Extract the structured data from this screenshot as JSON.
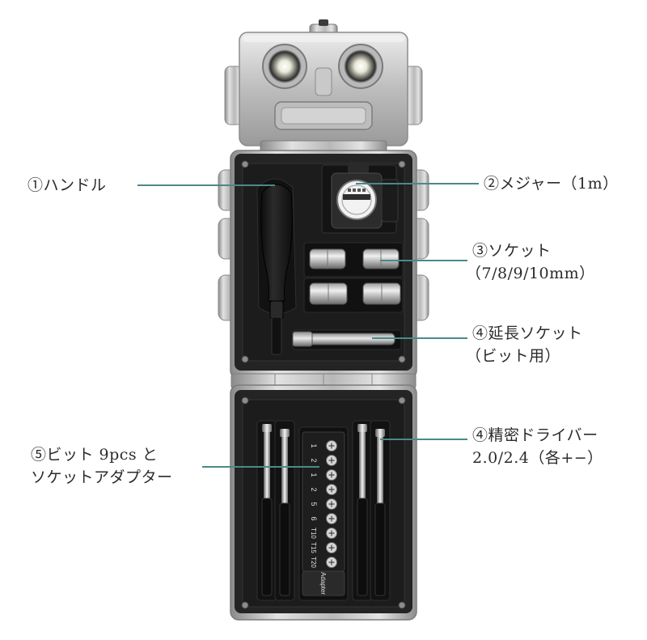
{
  "colors": {
    "leader_line": "#4a8a88",
    "text": "#2b2b2b",
    "metal_light": "#d7d7d7",
    "metal_mid": "#a9a9a9",
    "metal_dark": "#7b7b7b",
    "tray": "#262626",
    "tray_inner": "#1a1a1a",
    "handle": "#161616"
  },
  "callouts": [
    {
      "id": "handle",
      "lines": [
        "①ハンドル"
      ]
    },
    {
      "id": "tape",
      "lines": [
        "②メジャー（1m）"
      ]
    },
    {
      "id": "sockets",
      "lines": [
        "③ソケット",
        "（7/8/9/10mm）"
      ]
    },
    {
      "id": "extension",
      "lines": [
        "④延長ソケット",
        "（ビット用）"
      ]
    },
    {
      "id": "precision",
      "lines": [
        "④精密ドライバー",
        "2.0/2.4（各+−）"
      ]
    },
    {
      "id": "bits",
      "lines": [
        "⑤ビット 9pcs と",
        "ソケットアダプター"
      ]
    }
  ],
  "bit_holder": {
    "top_row": [
      "1",
      "2",
      "1",
      "2",
      "5",
      "6",
      "T10",
      "T15",
      "T20"
    ],
    "adapter_label": "Adapter"
  }
}
